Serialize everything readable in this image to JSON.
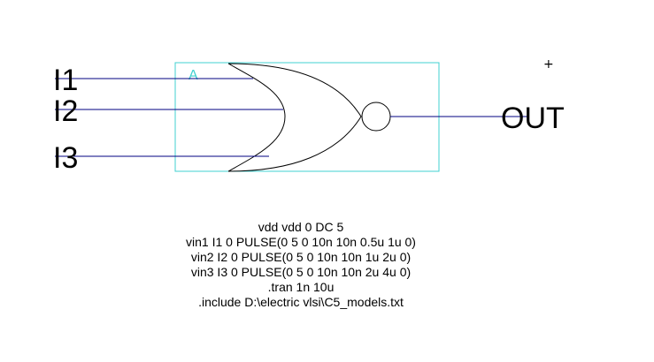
{
  "schematic": {
    "gate": {
      "type": "NOR3",
      "instance_label": "A",
      "inputs": [
        "I1",
        "I2",
        "I3"
      ],
      "output": "OUT"
    },
    "cursor_mark": "+",
    "spice_code": [
      "vdd vdd 0 DC 5",
      "vin1 I1 0 PULSE(0 5 0 10n 10n 0.5u 1u 0)",
      "vin2 I2 0 PULSE(0 5 0 10n 10n 1u 2u 0)",
      "vin3 I3 0 PULSE(0 5 0 10n 10n 2u 4u 0)",
      ".tran 1n 10u",
      ".include D:\\electric vlsi\\C5_models.txt"
    ]
  },
  "colors": {
    "wire": "#000080",
    "gate_outline": "#000000",
    "bounding_box": "#40d0d0",
    "instance_label": "#40d0d0",
    "text": "#000000",
    "background": "#ffffff"
  }
}
